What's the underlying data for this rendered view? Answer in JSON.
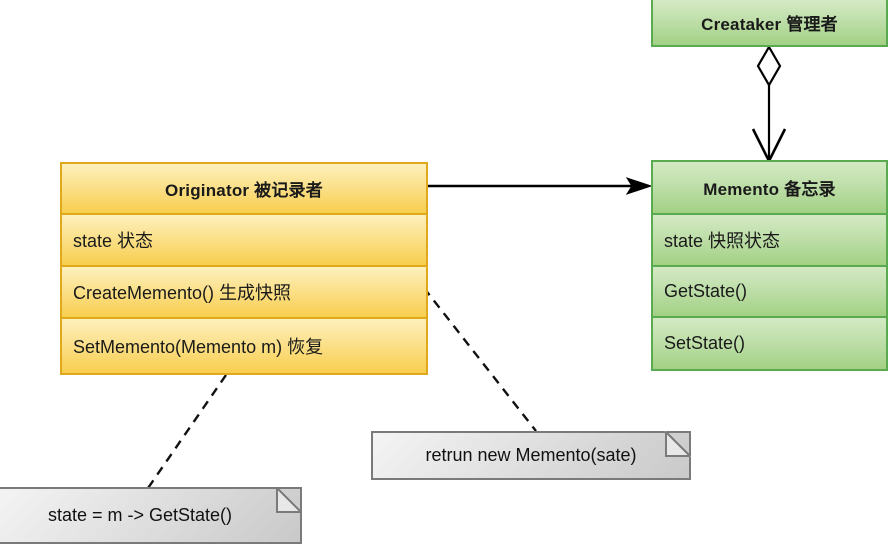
{
  "diagram": {
    "title": "Memento Pattern UML Class Diagram",
    "background": "#ffffff",
    "colors": {
      "class_yellow_fill_top": "#fdf0bd",
      "class_yellow_fill_bottom": "#f8ce4e",
      "class_yellow_border": "#e0a91c",
      "class_green_fill_top": "#d4e9c4",
      "class_green_fill_bottom": "#a2d184",
      "class_green_border": "#5aab4f",
      "note_fill": "#dcdcdc",
      "note_border": "#7a7a7a",
      "connector": "#000000"
    },
    "classes": [
      {
        "id": "creataker",
        "name": "creataker-class",
        "title": "Creataker  管理者",
        "members": []
      },
      {
        "id": "originator",
        "name": "originator-class",
        "title": "Originator 被记录者",
        "members": [
          "state 状态",
          "CreateMemento() 生成快照",
          "SetMemento(Memento m) 恢复"
        ]
      },
      {
        "id": "memento",
        "name": "memento-class",
        "title": "Memento 备忘录",
        "members": [
          "state 快照状态",
          "GetState()",
          "SetState()"
        ]
      }
    ],
    "notes": [
      {
        "id": "note-setmemento",
        "text": "state = m -> GetState()"
      },
      {
        "id": "note-creatememento",
        "text": "retrun new Memento(sate)"
      }
    ],
    "connectors": [
      {
        "id": "aggregation",
        "kind": "aggregation-arrow",
        "from": "creataker",
        "to": "memento",
        "style": "solid",
        "source_marker": "hollow-diamond",
        "target_marker": "open-arrowhead"
      },
      {
        "id": "association",
        "kind": "association-arrow",
        "from": "originator",
        "to": "memento",
        "style": "solid",
        "source_marker": "none",
        "target_marker": "filled-arrowhead"
      },
      {
        "id": "note-link-1",
        "kind": "note-anchor",
        "from": "originator",
        "to": "note-setmemento",
        "style": "dashed",
        "source_marker": "none",
        "target_marker": "none"
      },
      {
        "id": "note-link-2",
        "kind": "note-anchor",
        "from": "originator",
        "to": "note-creatememento",
        "style": "dashed",
        "source_marker": "none",
        "target_marker": "none"
      }
    ]
  }
}
